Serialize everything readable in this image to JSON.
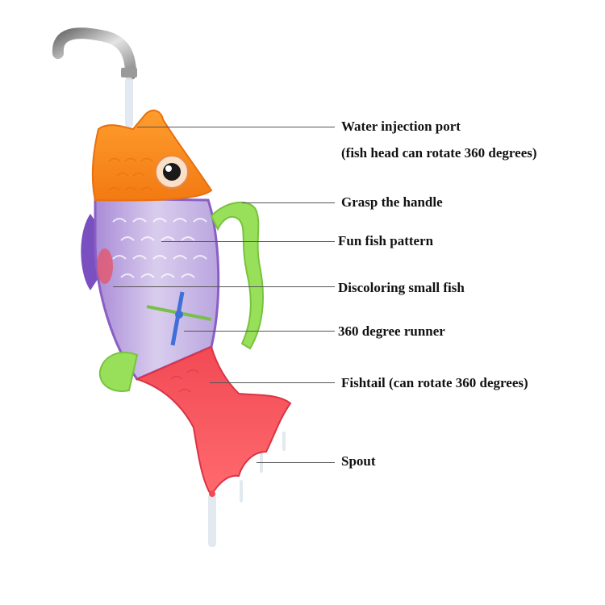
{
  "image": {
    "subject": "fish-shaped bath toy under a tap",
    "colors": {
      "head": "#ff8a1c",
      "head_shade": "#f06a10",
      "body": "#c7b6e3",
      "body_edge": "#8a5fc4",
      "tail": "#f8505a",
      "tail_shade": "#e23a48",
      "fin": "#95de52",
      "runner": "#3f6fd8",
      "faucet": "#b8b8b8",
      "water": "#e8eef3",
      "leader_line": "#555555"
    }
  },
  "callouts": [
    {
      "id": "water-injection-port",
      "text": "Water injection port"
    },
    {
      "id": "water-injection-port-note",
      "text": "(fish head can rotate 360 degrees)"
    },
    {
      "id": "grasp-handle",
      "text": "Grasp the handle"
    },
    {
      "id": "fun-fish-pattern",
      "text": "Fun fish pattern"
    },
    {
      "id": "discoloring-small-fish",
      "text": "Discoloring small fish"
    },
    {
      "id": "runner-360",
      "text": "360 degree runner"
    },
    {
      "id": "fishtail",
      "text": "Fishtail (can rotate 360 degrees)"
    },
    {
      "id": "spout",
      "text": "Spout"
    }
  ]
}
